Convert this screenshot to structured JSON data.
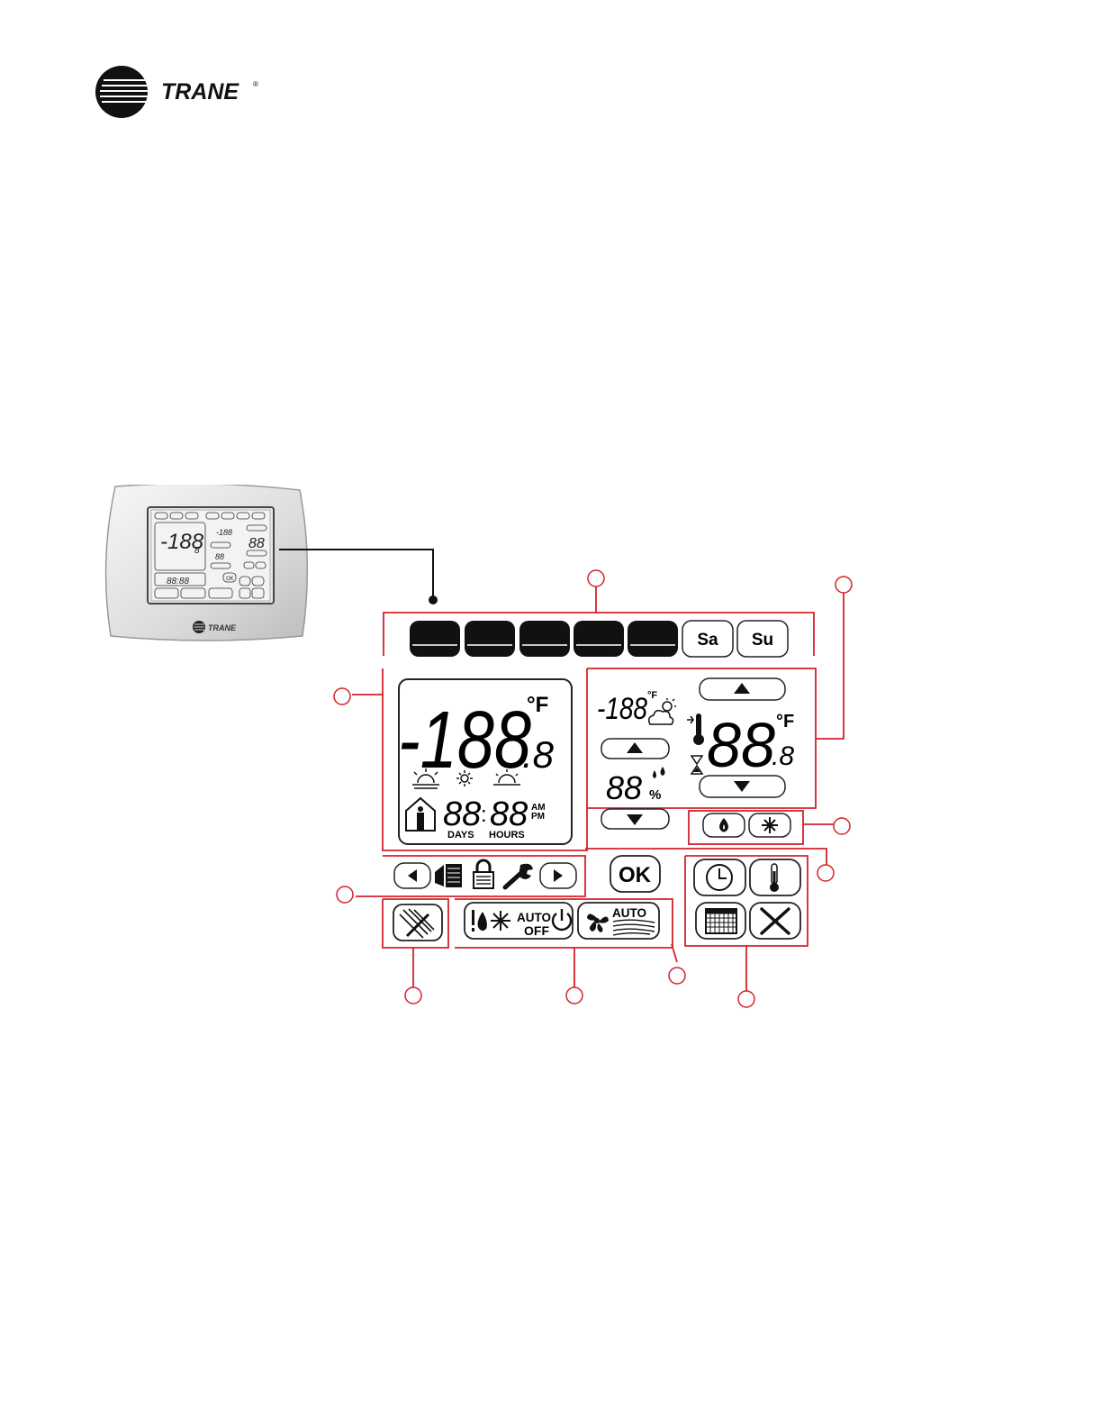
{
  "brand": {
    "name": "TRANE",
    "reg": "®"
  },
  "thumbnail": {
    "brand_name": "TRANE"
  },
  "days": {
    "dark_count": 5,
    "sa": "Sa",
    "su": "Su"
  },
  "lcd_main": {
    "big_temp": "-188",
    "decimal": ".8",
    "unit": "°F",
    "time_days": "88",
    "time_sep": ":",
    "time_hours": "88",
    "am": "AM",
    "pm": "PM",
    "days_label": "DAYS",
    "hours_label": "HOURS"
  },
  "outdoor": {
    "temp": "-188",
    "unit": "°F",
    "humidity": "88",
    "humidity_unit": "%"
  },
  "setpoint": {
    "value": "88",
    "decimal": ".8",
    "unit": "°F"
  },
  "buttons": {
    "ok": "OK",
    "auto": "AUTO",
    "off": "OFF",
    "fan_auto": "AUTO"
  },
  "colors": {
    "callout": "#d2232a",
    "dark_key": "#111111",
    "lcd_border": "#333333"
  },
  "icons": [
    "sunrise-icon",
    "sun-icon",
    "sunset-icon",
    "moon-icon",
    "occupant-icon",
    "cloud-sun-icon",
    "droplets-icon",
    "thermometer-icon",
    "hourglass-icon",
    "flame-icon",
    "snowflake-icon",
    "left-arrow-icon",
    "right-arrow-icon",
    "lock-icon",
    "wrench-icon",
    "clock-icon",
    "calendar-icon",
    "close-icon",
    "power-icon",
    "fan-icon",
    "no-spray-icon"
  ]
}
